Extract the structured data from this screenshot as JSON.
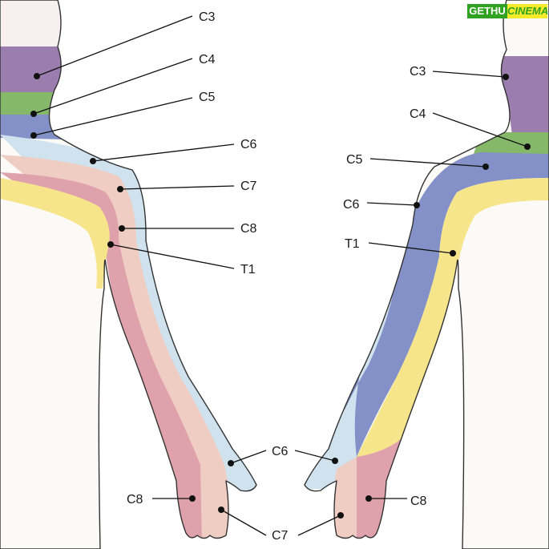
{
  "colors": {
    "background": "#ffffff",
    "body_fill": "#fbfaf6",
    "C3": "#9b7eae",
    "C4": "#86b86a",
    "C5": "#8391c8",
    "C6": "#cfe2ee",
    "C7": "#efcdc2",
    "C8": "#dfa2ac",
    "T1": "#f7e58c",
    "head_top": "#f6f0f0"
  },
  "left_figure_labels": [
    "C3",
    "C4",
    "C5",
    "C6",
    "C7",
    "C8",
    "T1"
  ],
  "right_figure_labels": [
    "C3",
    "C4",
    "C5",
    "C6",
    "T1"
  ],
  "hand_labels": {
    "left_thumb": "C6",
    "left_little_finger": "C8",
    "right_thumb": "C6",
    "right_little_finger": "C8",
    "middle_fingers": "C7"
  },
  "watermark": {
    "part1": "GETHU",
    "part2": "CINEMA"
  }
}
